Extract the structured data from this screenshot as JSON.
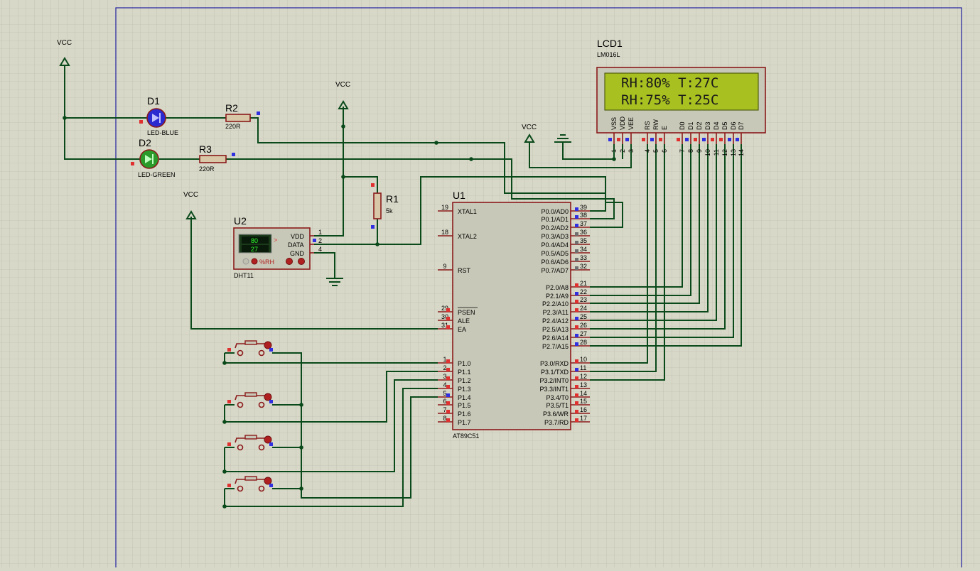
{
  "power": {
    "vcc_label": "VCC"
  },
  "d1": {
    "ref": "D1",
    "value": "LED-BLUE"
  },
  "d2": {
    "ref": "D2",
    "value": "LED-GREEN"
  },
  "r2": {
    "ref": "R2",
    "value": "220R"
  },
  "r3": {
    "ref": "R3",
    "value": "220R"
  },
  "r1": {
    "ref": "R1",
    "value": "5k"
  },
  "u2": {
    "ref": "U2",
    "value": "DHT11",
    "display_top": "80",
    "display_bottom": "27",
    "unit": "%RH",
    "pins": [
      {
        "name": "VDD",
        "num": "1"
      },
      {
        "name": "DATA",
        "num": "2"
      },
      {
        "name": "GND",
        "num": "4"
      }
    ]
  },
  "lcd": {
    "ref": "LCD1",
    "value": "LM016L",
    "line1": "RH:80% T:27C",
    "line2": "RH:75% T:25C",
    "pins": [
      {
        "name": "VSS",
        "num": "1"
      },
      {
        "name": "VDD",
        "num": "2"
      },
      {
        "name": "VEE",
        "num": "3"
      },
      {
        "name": "RS",
        "num": "4"
      },
      {
        "name": "RW",
        "num": "5"
      },
      {
        "name": "E",
        "num": "6"
      },
      {
        "name": "D0",
        "num": "7"
      },
      {
        "name": "D1",
        "num": "8"
      },
      {
        "name": "D2",
        "num": "9"
      },
      {
        "name": "D3",
        "num": "10"
      },
      {
        "name": "D4",
        "num": "11"
      },
      {
        "name": "D5",
        "num": "12"
      },
      {
        "name": "D6",
        "num": "13"
      },
      {
        "name": "D7",
        "num": "14"
      }
    ]
  },
  "u1": {
    "ref": "U1",
    "value": "AT89C51",
    "left_pins": [
      {
        "name": "XTAL1",
        "num": "19"
      },
      {
        "name": "XTAL2",
        "num": "18"
      },
      {
        "name": "RST",
        "num": "9"
      },
      {
        "name": "PSEN",
        "num": "29"
      },
      {
        "name": "ALE",
        "num": "30"
      },
      {
        "name": "EA",
        "num": "31"
      },
      {
        "name": "P1.0",
        "num": "1"
      },
      {
        "name": "P1.1",
        "num": "2"
      },
      {
        "name": "P1.2",
        "num": "3"
      },
      {
        "name": "P1.3",
        "num": "4"
      },
      {
        "name": "P1.4",
        "num": "5"
      },
      {
        "name": "P1.5",
        "num": "6"
      },
      {
        "name": "P1.6",
        "num": "7"
      },
      {
        "name": "P1.7",
        "num": "8"
      }
    ],
    "right_pins": [
      {
        "name": "P0.0/AD0",
        "num": "39"
      },
      {
        "name": "P0.1/AD1",
        "num": "38"
      },
      {
        "name": "P0.2/AD2",
        "num": "37"
      },
      {
        "name": "P0.3/AD3",
        "num": "36"
      },
      {
        "name": "P0.4/AD4",
        "num": "35"
      },
      {
        "name": "P0.5/AD5",
        "num": "34"
      },
      {
        "name": "P0.6/AD6",
        "num": "33"
      },
      {
        "name": "P0.7/AD7",
        "num": "32"
      },
      {
        "name": "P2.0/A8",
        "num": "21"
      },
      {
        "name": "P2.1/A9",
        "num": "22"
      },
      {
        "name": "P2.2/A10",
        "num": "23"
      },
      {
        "name": "P2.3/A11",
        "num": "24"
      },
      {
        "name": "P2.4/A12",
        "num": "25"
      },
      {
        "name": "P2.5/A13",
        "num": "26"
      },
      {
        "name": "P2.6/A14",
        "num": "27"
      },
      {
        "name": "P2.7/A15",
        "num": "28"
      },
      {
        "name": "P3.0/RXD",
        "num": "10"
      },
      {
        "name": "P3.1/TXD",
        "num": "11"
      },
      {
        "name": "P3.2/INT0",
        "num": "12"
      },
      {
        "name": "P3.3/INT1",
        "num": "13"
      },
      {
        "name": "P3.4/T0",
        "num": "14"
      },
      {
        "name": "P3.5/T1",
        "num": "15"
      },
      {
        "name": "P3.6/WR",
        "num": "16"
      },
      {
        "name": "P3.7/RD",
        "num": "17"
      }
    ]
  },
  "colors": {
    "background": "#d8d8c8",
    "grid": "#b8b8a8",
    "wire": "#0a4a1a",
    "component": "#8b1a1a",
    "lcd_screen": "#a8c020"
  }
}
